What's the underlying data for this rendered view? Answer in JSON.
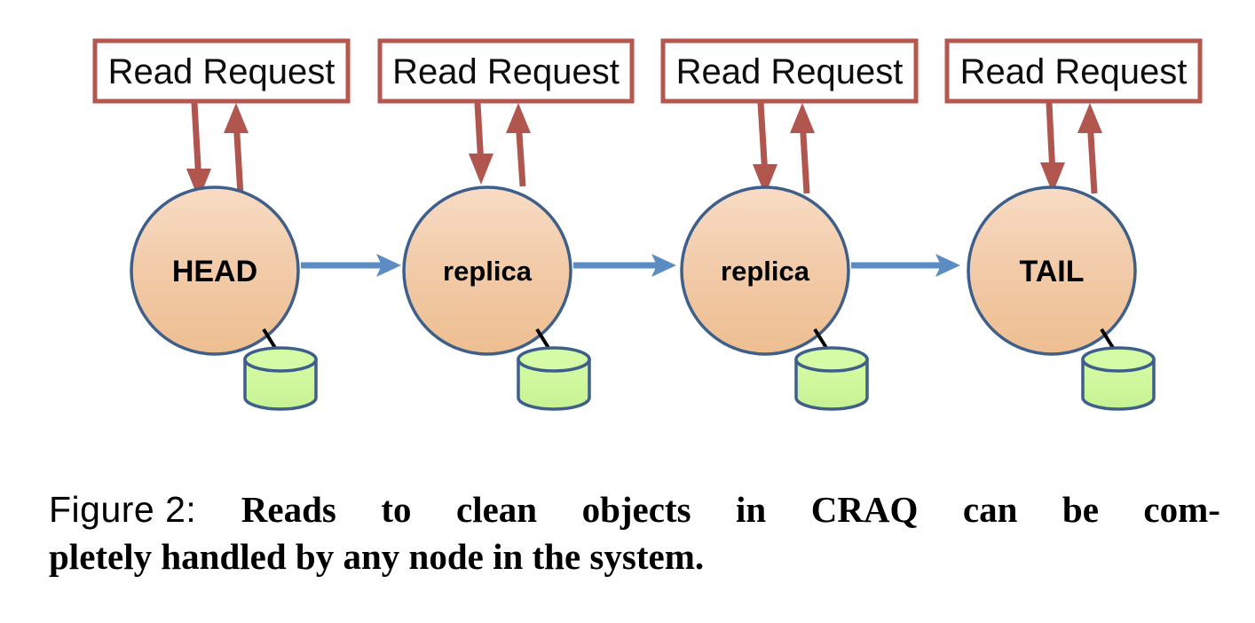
{
  "figure": {
    "caption_number": "Figure 2:",
    "caption_line1_words": [
      "Reads",
      "to",
      "clean",
      "objects",
      "in",
      "CRAQ",
      "can",
      "be",
      "com-"
    ],
    "caption_line2": "pletely handled by any node in the system.",
    "caption_full": "Figure 2: Reads to clean objects in CRAQ can be completely handled by any node in the system."
  },
  "diagram": {
    "type": "chain-replication-topology",
    "request_boxes": [
      {
        "label": "Read Request"
      },
      {
        "label": "Read Request"
      },
      {
        "label": "Read Request"
      },
      {
        "label": "Read Request"
      }
    ],
    "nodes": [
      {
        "label": "HEAD",
        "style": "bold-caps",
        "has_storage": true
      },
      {
        "label": "replica",
        "style": "lowercase",
        "has_storage": true
      },
      {
        "label": "replica",
        "style": "lowercase",
        "has_storage": true
      },
      {
        "label": "TAIL",
        "style": "bold-caps",
        "has_storage": true
      }
    ],
    "chain_links": [
      {
        "from": "HEAD",
        "to": "replica"
      },
      {
        "from": "replica",
        "to": "replica"
      },
      {
        "from": "replica",
        "to": "TAIL"
      }
    ],
    "request_arrows": [
      {
        "direction": "down",
        "meaning": "request-in"
      },
      {
        "direction": "up",
        "meaning": "reply-out"
      }
    ],
    "colors": {
      "box_border": "#b5564f",
      "box_fill": "#ffffff",
      "request_arrow": "#b0564f",
      "node_fill_top": "#f7d7bb",
      "node_fill_bottom": "#eebf92",
      "node_border": "#3d5f8a",
      "chain_arrow": "#5b8cc4",
      "storage_fill": "#ccf699",
      "storage_border": "#3d5f8a",
      "storage_link": "#000000",
      "text": "#000000"
    }
  }
}
